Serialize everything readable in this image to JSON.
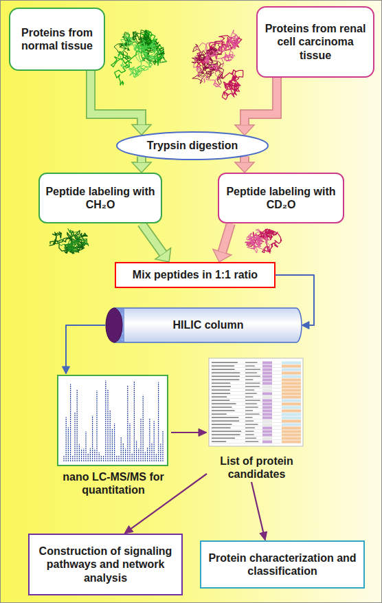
{
  "diagram": {
    "nodes": [
      {
        "text": [
          "Proteins from normal tissue"
        ]
      },
      {
        "text": [
          "Proteins from renal cell carcinoma tissue"
        ]
      },
      {
        "text": [
          "Trypsin digestion"
        ]
      },
      {
        "text": [
          "Peptide labeling with CH₂O"
        ]
      },
      {
        "text": [
          "Peptide labeling with CD₂O"
        ]
      },
      {
        "text": [
          "Mix peptides in 1:1 ratio"
        ]
      },
      {
        "text": [
          "HILIC column"
        ]
      },
      {
        "text": [
          "nano LC-MS/MS for quantitation"
        ]
      },
      {
        "text": [
          "List of protein candidates"
        ]
      },
      {
        "text": [
          "Construction of signaling pathways and network analysis"
        ]
      },
      {
        "text": [
          "Protein characterization and classification"
        ]
      }
    ],
    "edges": [
      {
        "from": 0,
        "to": 2,
        "arrow": "to"
      },
      {
        "from": 1,
        "to": 2,
        "arrow": "to"
      },
      {
        "from": 2,
        "to": 3,
        "arrow": "to"
      },
      {
        "from": 2,
        "to": 4,
        "arrow": "to"
      },
      {
        "from": 3,
        "to": 5,
        "arrow": "to"
      },
      {
        "from": 4,
        "to": 5,
        "arrow": "to"
      },
      {
        "from": 5,
        "to": 6,
        "arrow": "to"
      },
      {
        "from": 6,
        "to": 7,
        "arrow": "to"
      },
      {
        "from": 7,
        "to": 8,
        "arrow": "to"
      },
      {
        "from": 8,
        "to": 9,
        "arrow": "to"
      },
      {
        "from": 8,
        "to": 10,
        "arrow": "to"
      }
    ]
  }
}
